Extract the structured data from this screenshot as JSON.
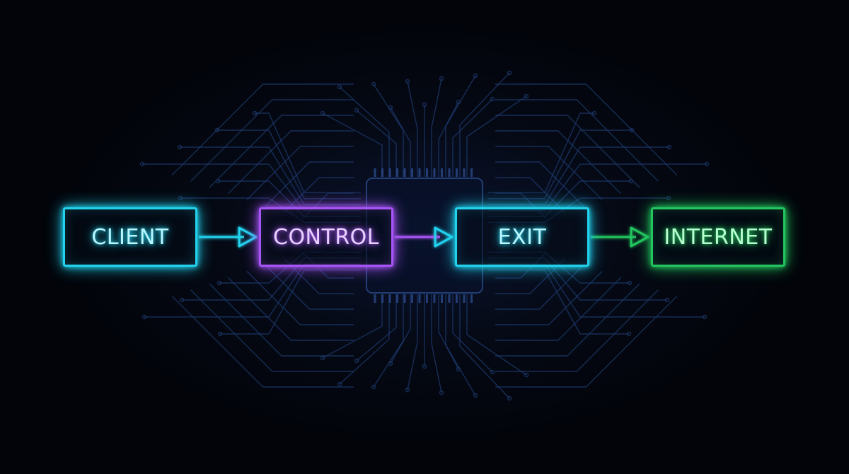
{
  "nodes": [
    {
      "label": "CLIENT",
      "color": "#22d3ee"
    },
    {
      "label": "CONTROL",
      "color": "#a855f7"
    },
    {
      "label": "EXIT",
      "color": "#22d3ee"
    },
    {
      "label": "INTERNET",
      "color": "#22c55e"
    }
  ],
  "edges": [
    {
      "from": "CLIENT",
      "to": "CONTROL",
      "color": "#22d3ee"
    },
    {
      "from": "CONTROL",
      "to": "EXIT",
      "color": "#a855f7"
    },
    {
      "from": "EXIT",
      "to": "INTERNET",
      "color": "#22c55e"
    }
  ],
  "theme": {
    "background": "#02040a",
    "circuit_color": "#1e3a6e",
    "chip_color": "#2a4a8a"
  }
}
